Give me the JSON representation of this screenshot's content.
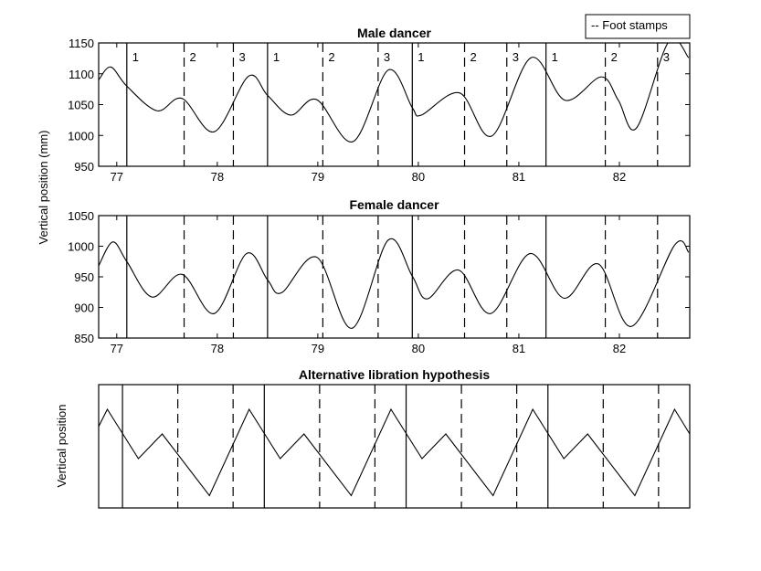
{
  "legend": {
    "label": "-- Foot stamps"
  },
  "chart_data": [
    {
      "type": "line",
      "title": "Male dancer",
      "xlabel": "",
      "ylabel": "Vertical position (mm)",
      "xlim": [
        76.82,
        82.7
      ],
      "ylim": [
        950,
        1150
      ],
      "xticks": [
        77,
        78,
        79,
        80,
        81,
        82
      ],
      "yticks": [
        950,
        1000,
        1050,
        1100,
        1150
      ],
      "x": [
        76.82,
        76.94,
        77.1,
        77.4,
        77.65,
        77.97,
        78.31,
        78.5,
        78.73,
        78.99,
        79.35,
        79.7,
        79.94,
        80.03,
        80.41,
        80.73,
        81.12,
        81.46,
        81.82,
        81.99,
        82.17,
        82.49,
        82.69
      ],
      "y": [
        1090,
        1111,
        1080,
        1040,
        1060,
        1006,
        1096,
        1065,
        1033,
        1058,
        990,
        1106,
        1045,
        1033,
        1069,
        999,
        1126,
        1057,
        1095,
        1057,
        1012,
        1152,
        1126
      ],
      "stamps_solid": [
        77.1,
        78.5,
        79.94,
        81.27
      ],
      "stamps_dashed": [
        77.67,
        78.16,
        79.05,
        79.6,
        80.46,
        80.88,
        81.86,
        82.38
      ],
      "stamp_labels": [
        "1",
        "2",
        "3",
        "1",
        "2",
        "3",
        "1",
        "2",
        "3",
        "1",
        "2",
        "3"
      ]
    },
    {
      "type": "line",
      "title": "Female dancer",
      "xlabel": "",
      "ylabel": "",
      "xlim": [
        76.82,
        82.7
      ],
      "ylim": [
        850,
        1050
      ],
      "xticks": [
        77,
        78,
        79,
        80,
        81,
        82
      ],
      "yticks": [
        850,
        900,
        950,
        1000,
        1050
      ],
      "x": [
        76.82,
        76.96,
        77.1,
        77.35,
        77.65,
        77.97,
        78.29,
        78.5,
        78.64,
        78.99,
        79.34,
        79.7,
        79.94,
        80.09,
        80.4,
        80.72,
        81.11,
        81.45,
        81.79,
        82.12,
        82.55,
        82.69
      ],
      "y": [
        968,
        1007,
        975,
        917,
        954,
        890,
        988,
        945,
        924,
        982,
        866,
        1010,
        951,
        914,
        961,
        890,
        988,
        915,
        971,
        869,
        1002,
        990
      ],
      "stamps_solid": [
        77.1,
        78.5,
        79.94,
        81.27
      ],
      "stamps_dashed": [
        77.67,
        78.16,
        79.05,
        79.6,
        80.46,
        80.88,
        81.86,
        82.38
      ]
    },
    {
      "type": "line",
      "title": "Alternative libration hypothesis",
      "xlabel": "",
      "ylabel": "Vertical position",
      "xlim": [
        -0.168,
        4.0
      ],
      "ylim": [
        0,
        1
      ],
      "xticks": [],
      "yticks": [],
      "x": [
        -0.168,
        -0.107,
        0.112,
        0.28,
        0.613,
        0.893,
        1.112,
        1.28,
        1.613,
        1.893,
        2.112,
        2.28,
        2.613,
        2.893,
        3.112,
        3.28,
        3.613,
        3.893,
        4.0
      ],
      "y": [
        0.66,
        0.8,
        0.4,
        0.6,
        0.1,
        0.8,
        0.4,
        0.6,
        0.1,
        0.8,
        0.4,
        0.6,
        0.1,
        0.8,
        0.4,
        0.6,
        0.1,
        0.8,
        0.6
      ],
      "stamps_solid": [
        0,
        1,
        2,
        3
      ],
      "stamps_dashed": [
        0.39,
        0.78,
        1.39,
        1.78,
        2.39,
        2.78,
        3.39,
        3.78
      ]
    }
  ]
}
